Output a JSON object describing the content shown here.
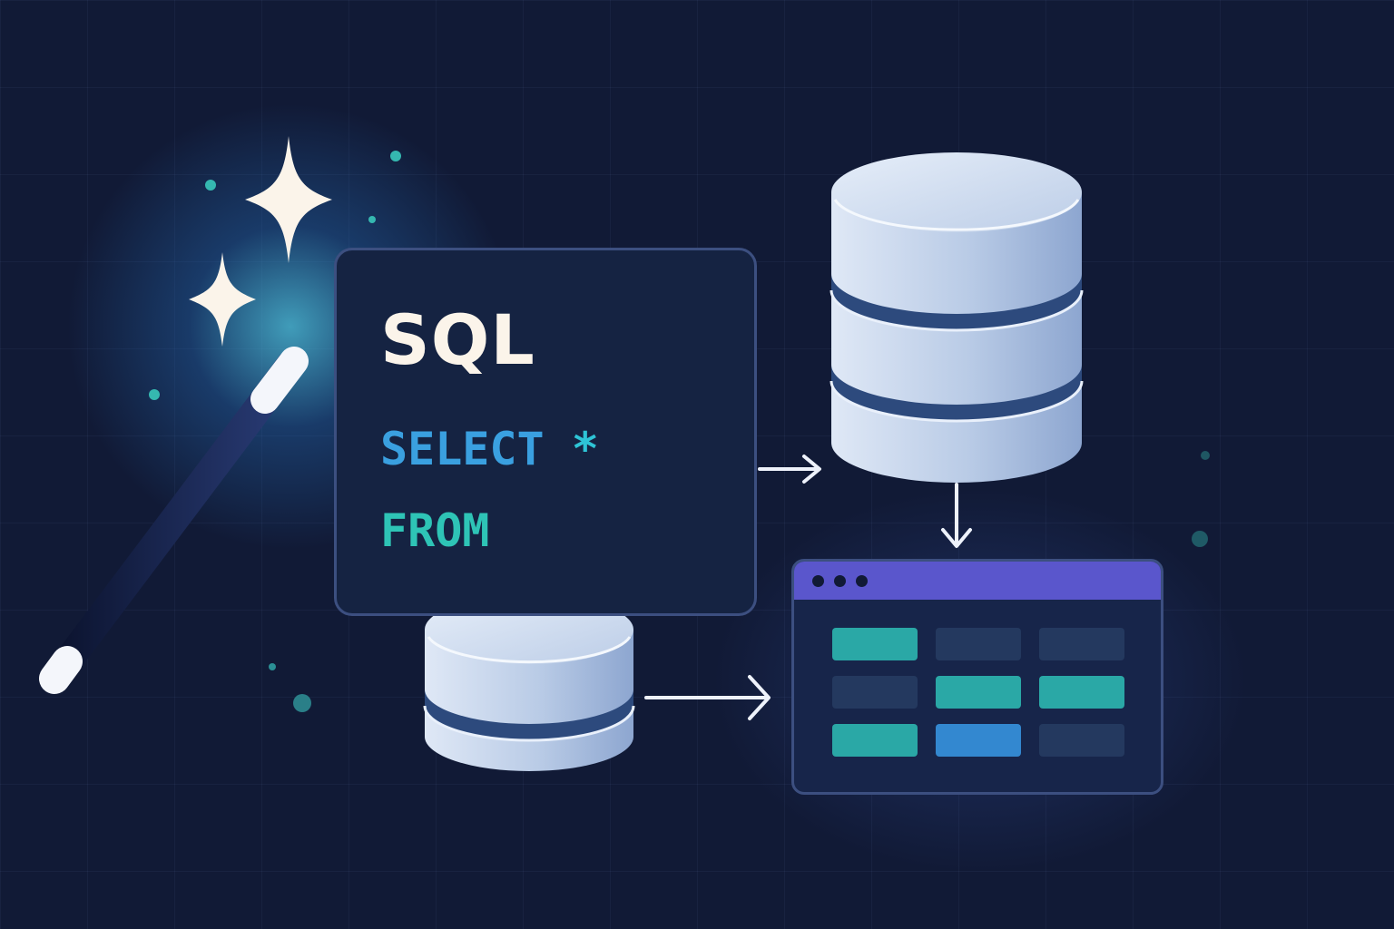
{
  "sql_card": {
    "title": "SQL",
    "keyword_select": "SELECT",
    "keyword_star": "*",
    "keyword_from": "FROM"
  },
  "result_table": {
    "rows": [
      [
        "teal",
        "navy",
        "navy"
      ],
      [
        "navy",
        "teal",
        "teal"
      ],
      [
        "teal",
        "blue",
        "navy"
      ]
    ]
  },
  "colors": {
    "background": "#111a36",
    "card": "#152342",
    "border": "#3c4f80",
    "titlebar": "#5a56cc",
    "teal": "#2aa8a6",
    "blue": "#3388d0",
    "navy": "#24395f",
    "cylinder_light": "#c4d4ea",
    "cylinder_band": "#2d4a7d",
    "sparkle": "#fbf4ea"
  },
  "icons": {
    "wand": "magic-wand-icon",
    "sparkles": "sparkle-icon",
    "database": "database-icon",
    "arrow": "arrow-icon",
    "window": "result-window-icon"
  }
}
